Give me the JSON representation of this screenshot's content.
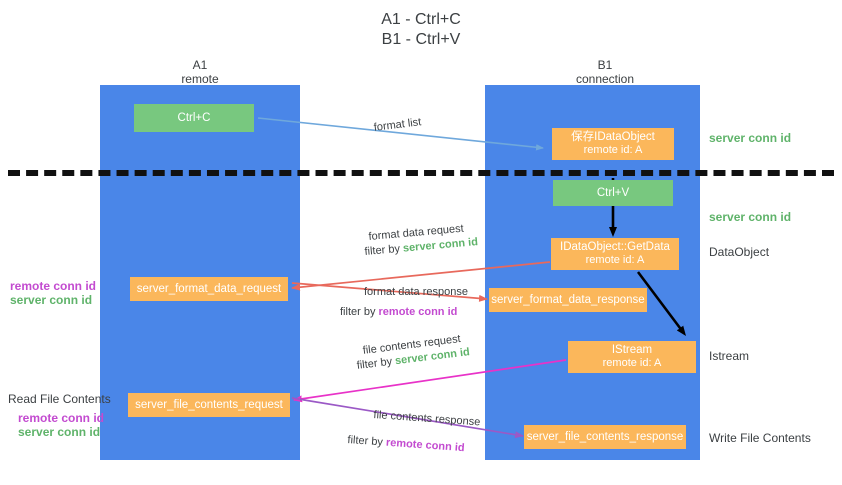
{
  "title": {
    "line1": "A1 - Ctrl+C",
    "line2": "B1 - Ctrl+V"
  },
  "columns": [
    {
      "name": "A1",
      "role": "remote"
    },
    {
      "name": "B1",
      "role": "connection"
    }
  ],
  "nodes": {
    "ctrl_c": {
      "label": "Ctrl+C",
      "color": "#78c87f"
    },
    "ctrl_v": {
      "label": "Ctrl+V",
      "color": "#78c87f"
    },
    "save_dataobject": {
      "label": "保存IDataObject",
      "sub": "remote id: A",
      "color": "#fbb75b"
    },
    "getdata": {
      "label": "IDataObject::GetData",
      "sub": "remote id: A",
      "color": "#fbb75b"
    },
    "istream": {
      "label": "IStream",
      "sub": "remote id: A",
      "color": "#fbb75b"
    },
    "fmt_req": {
      "label": "server_format_data_request",
      "color": "#fbb75b"
    },
    "fmt_resp": {
      "label": "server_format_data_response",
      "color": "#fbb75b"
    },
    "file_req": {
      "label": "server_file_contents_request",
      "color": "#fbb75b"
    },
    "file_resp": {
      "label": "server_file_contents_response",
      "color": "#fbb75b"
    }
  },
  "edge_labels": {
    "format_list": "format list",
    "format_data_request": "format data request",
    "format_data_request_filter_prefix": "filter by ",
    "format_data_request_filter_value": "server conn id",
    "format_data_response": "format data response",
    "format_data_response_filter_prefix": "filter by ",
    "format_data_response_filter_value": "remote conn id",
    "file_contents_request": "file contents request",
    "file_contents_request_filter_prefix": "filter by ",
    "file_contents_request_filter_value": "server conn id",
    "file_contents_response": "file contents response",
    "file_contents_response_filter_prefix": "filter by ",
    "file_contents_response_filter_value": "remote conn id"
  },
  "right_labels": {
    "server_conn_id_top": "server conn id",
    "server_conn_id_mid": "server conn id",
    "dataobject": "DataObject",
    "istream": "Istream",
    "write_file_contents": "Write File Contents"
  },
  "left_labels": {
    "remote_conn_id_mid": "remote conn id",
    "server_conn_id_mid": "server conn id",
    "read_file_contents": "Read File Contents",
    "remote_conn_id_bottom": "remote conn id",
    "server_conn_id_bottom": "server conn id"
  },
  "colors": {
    "lane": "#4a86e8",
    "green_box": "#78c87f",
    "orange_box": "#fbb75b",
    "green_text": "#5fb36a",
    "purple_text": "#c34bd0",
    "arrow_blue": "#6fa8dc",
    "arrow_red": "#e8695c",
    "arrow_magenta": "#e832c8",
    "arrow_purple": "#9b59c6",
    "arrow_black": "#000000",
    "divider": "#111111"
  }
}
